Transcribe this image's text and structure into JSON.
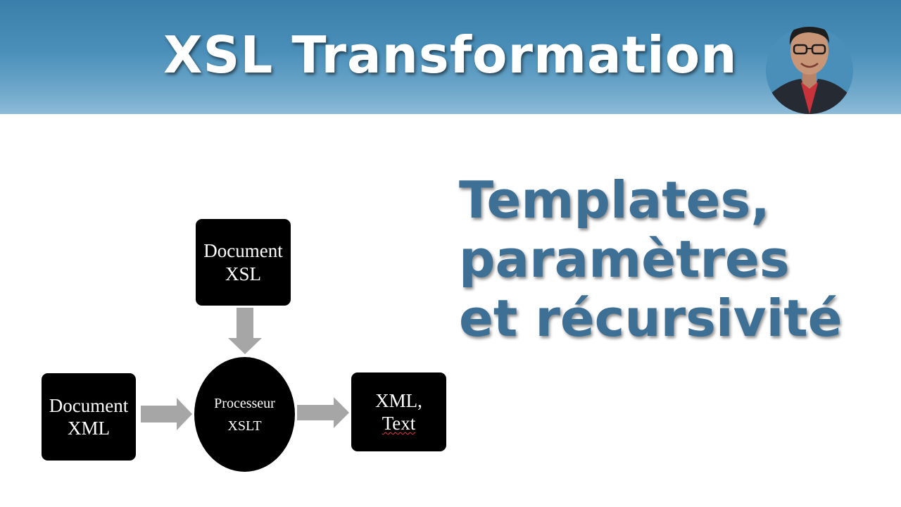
{
  "banner": {
    "title": "XSL Transformation"
  },
  "subtitle": {
    "lines": [
      "Templates,",
      "paramètres",
      "et récursivité"
    ],
    "color": "#3e6f95"
  },
  "diagram": {
    "xsl_box": {
      "line1": "Document",
      "line2": "XSL"
    },
    "xml_box": {
      "line1": "Document",
      "line2": "XML"
    },
    "processor": {
      "line1": "Processeur",
      "line2": "XSLT"
    },
    "output_box": {
      "line1": "XML,",
      "line2": "Text"
    },
    "arrow_color": "#a6a6a6"
  },
  "colors": {
    "banner_top": "#3a7fab",
    "banner_bottom": "#8dbbd8"
  },
  "icons": {
    "presenter": "presenter-avatar"
  }
}
